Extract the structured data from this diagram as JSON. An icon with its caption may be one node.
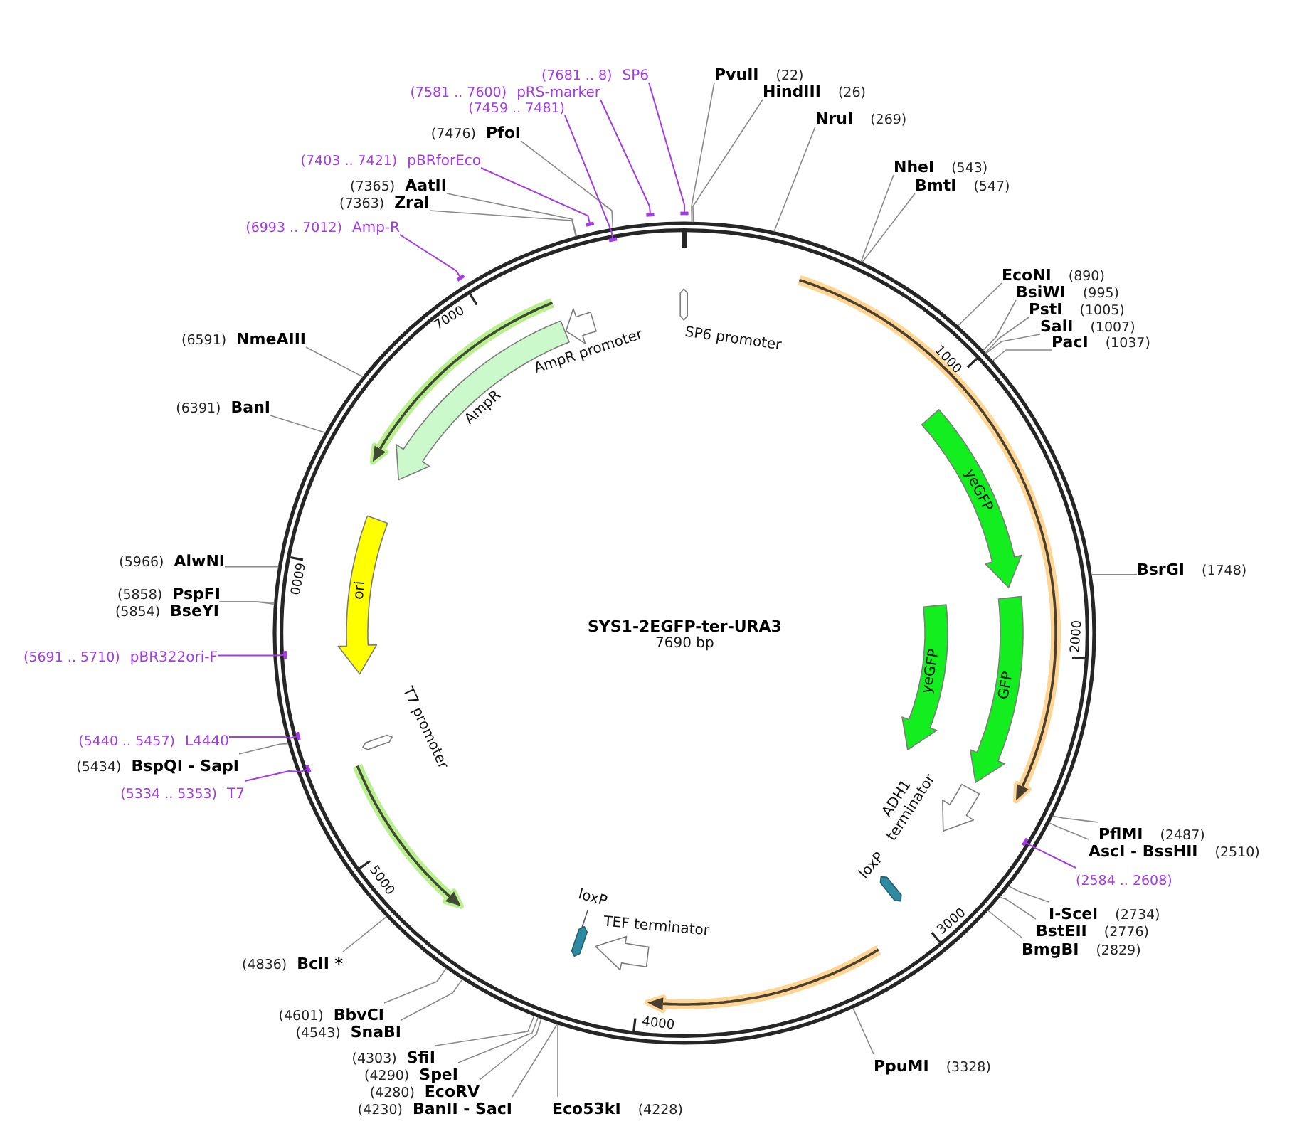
{
  "diagram": {
    "title": "SYS1-2EGFP-ter-URA3",
    "nodes": [
      {
        "text": [
          "PvuII",
          "(22)"
        ]
      },
      {
        "text": [
          "HindIII",
          "(26)"
        ]
      },
      {
        "text": [
          "NruI",
          "(269)"
        ]
      },
      {
        "text": [
          "NheI",
          "(543)"
        ]
      },
      {
        "text": [
          "BmtI",
          "(547)"
        ]
      },
      {
        "text": [
          "EcoNI",
          "(890)"
        ]
      },
      {
        "text": [
          "BsiWI",
          "(995)"
        ]
      },
      {
        "text": [
          "PstI",
          "(1005)"
        ]
      },
      {
        "text": [
          "SalI",
          "(1007)"
        ]
      },
      {
        "text": [
          "PacI",
          "(1037)"
        ]
      },
      {
        "text": [
          "BsrGI",
          "(1748)"
        ]
      },
      {
        "text": [
          "PflMI",
          "(2487)"
        ]
      },
      {
        "text": [
          "AscI - BssHII",
          "(2510)"
        ]
      },
      {
        "text": [
          "(2584 .. 2608)"
        ]
      },
      {
        "text": [
          "I-SceI",
          "(2734)"
        ]
      },
      {
        "text": [
          "BstEII",
          "(2776)"
        ]
      },
      {
        "text": [
          "BmgBI",
          "(2829)"
        ]
      },
      {
        "text": [
          "PpuMI",
          "(3328)"
        ]
      },
      {
        "text": [
          "Eco53kI",
          "(4228)"
        ]
      },
      {
        "text": [
          "(4230)",
          "BanII - SacI"
        ]
      },
      {
        "text": [
          "(4280)",
          "EcoRV"
        ]
      },
      {
        "text": [
          "(4290)",
          "SpeI"
        ]
      },
      {
        "text": [
          "(4303)",
          "SfiI"
        ]
      },
      {
        "text": [
          "(4543)",
          "SnaBI"
        ]
      },
      {
        "text": [
          "(4601)",
          "BbvCI"
        ]
      },
      {
        "text": [
          "(4836)",
          "BclI *"
        ]
      },
      {
        "text": [
          "(5334 .. 5353)",
          "T7"
        ]
      },
      {
        "text": [
          "(5434)",
          "BspQI - SapI"
        ]
      },
      {
        "text": [
          "(5440 .. 5457)",
          "L4440"
        ]
      },
      {
        "text": [
          "(5691 .. 5710)",
          "pBR322ori-F"
        ]
      },
      {
        "text": [
          "(5854)",
          "BseYI"
        ]
      },
      {
        "text": [
          "(5858)",
          "PspFI"
        ]
      },
      {
        "text": [
          "(5966)",
          "AlwNI"
        ]
      },
      {
        "text": [
          "(6391)",
          "BanI"
        ]
      },
      {
        "text": [
          "(6591)",
          "NmeAIII"
        ]
      },
      {
        "text": [
          "(6993 .. 7012)",
          "Amp-R"
        ]
      },
      {
        "text": [
          "(7363)",
          "ZraI"
        ]
      },
      {
        "text": [
          "(7365)",
          "AatII"
        ]
      },
      {
        "text": [
          "(7403 .. 7421)",
          "pBRforEco"
        ]
      },
      {
        "text": [
          "(7476)",
          "PfoI"
        ]
      },
      {
        "text": [
          "(7459 .. 7481)"
        ]
      },
      {
        "text": [
          "(7581 .. 7600)",
          "pRS-marker"
        ]
      },
      {
        "text": [
          "(7681 .. 8)",
          "SP6"
        ]
      },
      {
        "text": [
          "SP6 promoter"
        ]
      },
      {
        "text": [
          "yeGFP"
        ]
      },
      {
        "text": [
          "GFP"
        ]
      },
      {
        "text": [
          "yeGFP"
        ]
      },
      {
        "text": [
          "ADH1 terminator"
        ]
      },
      {
        "text": [
          "loxP"
        ]
      },
      {
        "text": [
          "TEF terminator"
        ]
      },
      {
        "text": [
          "loxP"
        ]
      },
      {
        "text": [
          "T7 promoter"
        ]
      },
      {
        "text": [
          "ori"
        ]
      },
      {
        "text": [
          "AmpR"
        ]
      },
      {
        "text": [
          "AmpR promoter"
        ]
      }
    ],
    "edges": [
      {
        "from": 0,
        "to": null,
        "arrow": "none"
      },
      {
        "from": 1,
        "to": null,
        "arrow": "none"
      },
      {
        "from": 2,
        "to": null,
        "arrow": "none"
      },
      {
        "from": 3,
        "to": null,
        "arrow": "none"
      },
      {
        "from": 4,
        "to": null,
        "arrow": "none"
      },
      {
        "from": 5,
        "to": null,
        "arrow": "none"
      },
      {
        "from": 6,
        "to": null,
        "arrow": "none"
      },
      {
        "from": 7,
        "to": null,
        "arrow": "none"
      },
      {
        "from": 8,
        "to": null,
        "arrow": "none"
      },
      {
        "from": 9,
        "to": null,
        "arrow": "none"
      },
      {
        "from": 10,
        "to": null,
        "arrow": "none"
      },
      {
        "from": 11,
        "to": null,
        "arrow": "none"
      },
      {
        "from": 12,
        "to": null,
        "arrow": "none"
      },
      {
        "from": 13,
        "to": null,
        "arrow": "other",
        "color": "#a43be6"
      },
      {
        "from": 14,
        "to": null,
        "arrow": "none"
      },
      {
        "from": 15,
        "to": null,
        "arrow": "none"
      },
      {
        "from": 16,
        "to": null,
        "arrow": "none"
      },
      {
        "from": 17,
        "to": null,
        "arrow": "none"
      },
      {
        "from": 18,
        "to": null,
        "arrow": "none"
      },
      {
        "from": 19,
        "to": null,
        "arrow": "none"
      },
      {
        "from": 20,
        "to": null,
        "arrow": "none"
      },
      {
        "from": 21,
        "to": null,
        "arrow": "none"
      },
      {
        "from": 22,
        "to": null,
        "arrow": "none"
      },
      {
        "from": 23,
        "to": null,
        "arrow": "none"
      },
      {
        "from": 24,
        "to": null,
        "arrow": "none"
      },
      {
        "from": 25,
        "to": null,
        "arrow": "none"
      },
      {
        "from": 26,
        "to": null,
        "arrow": "other",
        "color": "#a43be6"
      },
      {
        "from": 27,
        "to": null,
        "arrow": "none"
      },
      {
        "from": 28,
        "to": null,
        "arrow": "other",
        "color": "#a43be6"
      },
      {
        "from": 29,
        "to": null,
        "arrow": "other",
        "color": "#a43be6"
      },
      {
        "from": 30,
        "to": null,
        "arrow": "none"
      },
      {
        "from": 31,
        "to": null,
        "arrow": "none"
      },
      {
        "from": 32,
        "to": null,
        "arrow": "none"
      },
      {
        "from": 33,
        "to": null,
        "arrow": "none"
      },
      {
        "from": 34,
        "to": null,
        "arrow": "none"
      },
      {
        "from": 35,
        "to": null,
        "arrow": "other",
        "color": "#a43be6"
      },
      {
        "from": 36,
        "to": null,
        "arrow": "none"
      },
      {
        "from": 37,
        "to": null,
        "arrow": "none"
      },
      {
        "from": 38,
        "to": null,
        "arrow": "other",
        "color": "#a43be6"
      },
      {
        "from": 39,
        "to": null,
        "arrow": "none"
      },
      {
        "from": 40,
        "to": null,
        "arrow": "other",
        "color": "#a43be6"
      },
      {
        "from": 41,
        "to": null,
        "arrow": "other",
        "color": "#a43be6"
      },
      {
        "from": 42,
        "to": null,
        "arrow": "other",
        "color": "#a43be6"
      }
    ],
    "labels": [
      "7690 bp",
      "1000",
      "2000",
      "3000",
      "4000",
      "5000",
      "6000",
      "7000"
    ]
  }
}
